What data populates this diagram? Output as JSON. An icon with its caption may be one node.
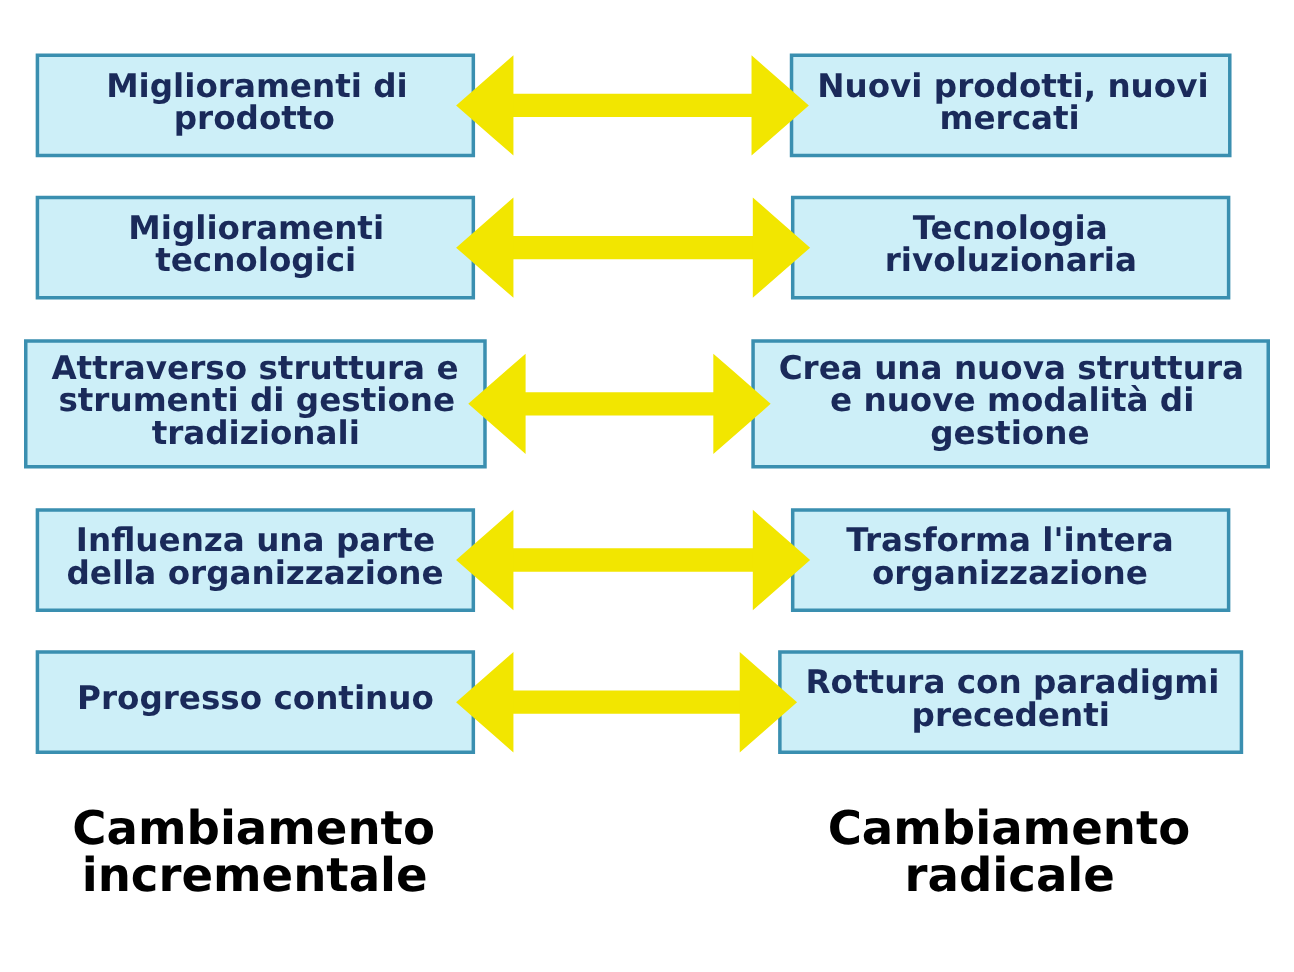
{
  "diagram": {
    "nodes": [
      {
        "text": [
          "Progresso continuo"
        ]
      },
      {
        "text": [
          "Rottura con paradigmi precedenti"
        ]
      },
      {
        "text": [
          "Influenza una parte della organizzazione"
        ]
      },
      {
        "text": [
          "Trasforma l'intera organizzazione"
        ]
      },
      {
        "text": [
          "Attraverso struttura e strumenti di gestione tradizionali"
        ]
      },
      {
        "text": [
          "Crea una nuova struttura e nuove modalità di gestione"
        ]
      },
      {
        "text": [
          "Miglioramenti tecnologici"
        ]
      },
      {
        "text": [
          "Tecnologia rivoluzionaria"
        ]
      },
      {
        "text": [
          "Miglioramenti di prodotto"
        ]
      },
      {
        "text": [
          "Nuovi prodotti, nuovi mercati"
        ]
      }
    ],
    "edges": [
      {
        "from": 0,
        "to": 1,
        "arrow": "both"
      },
      {
        "from": 2,
        "to": 3,
        "arrow": "both"
      },
      {
        "from": 4,
        "to": 5,
        "arrow": "both"
      },
      {
        "from": 6,
        "to": 7,
        "arrow": "both"
      },
      {
        "from": 8,
        "to": 9,
        "arrow": "both"
      }
    ],
    "labels": [
      "Cambiamento incrementale",
      "Cambiamento radicale"
    ]
  }
}
